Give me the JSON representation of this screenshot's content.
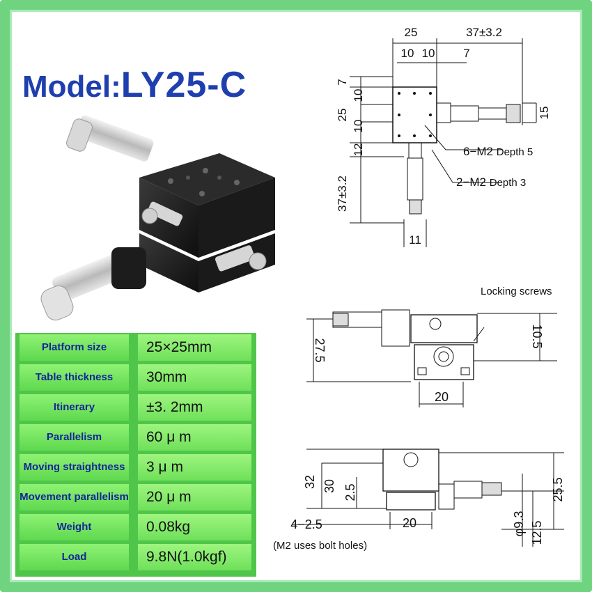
{
  "title": {
    "label": "Model:",
    "model": "LY25-C"
  },
  "specs": [
    {
      "key": "Platform size",
      "value": "25×25mm"
    },
    {
      "key": "Table thickness",
      "value": "30mm"
    },
    {
      "key": "Itinerary",
      "value": "±3. 2mm"
    },
    {
      "key": "Parallelism",
      "value": "60 μ m"
    },
    {
      "key": "Moving straightness",
      "value": "3 μ m"
    },
    {
      "key": "Movement parallelism",
      "value": "20 μ m"
    },
    {
      "key": "Weight",
      "value": "0.08kg"
    },
    {
      "key": "Load",
      "value": "9.8N(1.0kgf)"
    }
  ],
  "top_view": {
    "dim_25": "25",
    "dim_37": "37±3.2",
    "dim_10a": "10",
    "dim_10b": "10",
    "dim_7r": "7",
    "dim_7": "7",
    "dim_25l": "25",
    "dim_10l1": "10",
    "dim_10l2": "10",
    "dim_15": "15",
    "dim_12": "12",
    "dim_37l": "37±3.2",
    "dim_11": "11",
    "callout_6m2": "6−M2",
    "callout_6m2_depth": "Depth 5",
    "callout_2m2": "2−M2",
    "callout_2m2_depth": "Depth 3"
  },
  "front_view": {
    "locking": "Locking screws",
    "dim_27": "27.5",
    "dim_10_5": "10.5",
    "dim_20": "20"
  },
  "side_view": {
    "dim_32": "32",
    "dim_30": "30",
    "dim_2_5": "2.5",
    "dim_4_2_5": "4−2.5",
    "dim_20": "20",
    "dim_phi": "φ9.3",
    "dim_12_5": "12.5",
    "dim_25_5": "25.5",
    "note": "(M2 uses bolt holes)"
  },
  "colors": {
    "frame": "#6fd37f",
    "title": "#1f3fae",
    "table_bg": "#4fc64a",
    "cell": "#8ff274"
  }
}
